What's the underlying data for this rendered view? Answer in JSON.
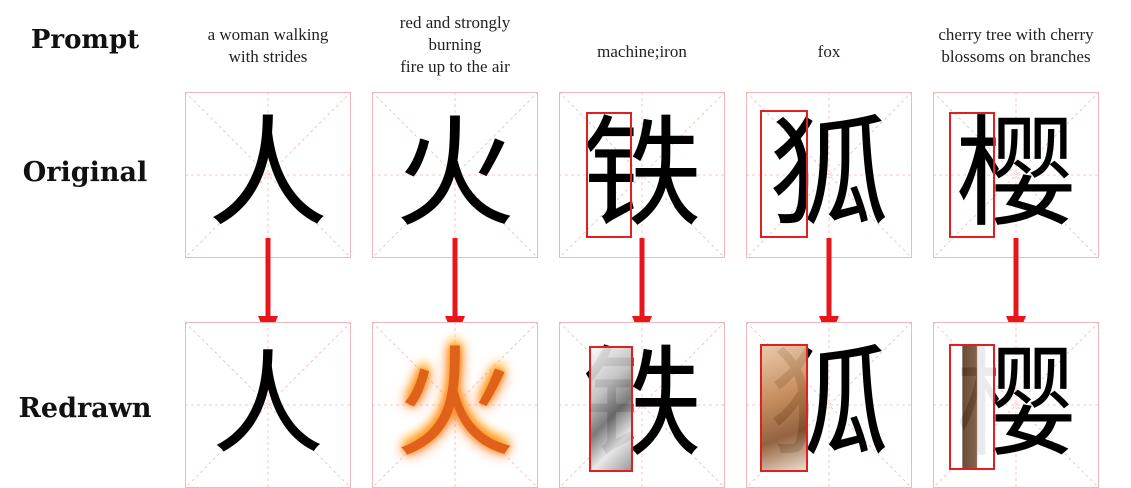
{
  "row_labels": {
    "prompt": "Prompt",
    "original": "Original",
    "redrawn": "Redrawn"
  },
  "columns": [
    {
      "prompt_lines": [
        "a woman walking",
        "with strides"
      ],
      "character": "人",
      "highlight_radical": false,
      "redrawn_style": "silhouette"
    },
    {
      "prompt_lines": [
        "red and strongly",
        "burning",
        "fire up to the air"
      ],
      "character": "火",
      "highlight_radical": false,
      "redrawn_style": "fire"
    },
    {
      "prompt_lines": [
        "machine;iron"
      ],
      "character": "铁",
      "highlight_radical": true,
      "redrawn_style": "metal"
    },
    {
      "prompt_lines": [
        "fox"
      ],
      "character": "狐",
      "highlight_radical": true,
      "redrawn_style": "fox"
    },
    {
      "prompt_lines": [
        "cherry tree with cherry",
        "blossoms on  branches"
      ],
      "character": "樱",
      "highlight_radical": true,
      "redrawn_style": "tree"
    }
  ],
  "colors": {
    "arrow": "#e8151b",
    "grid": "#f0b8b8",
    "highlight_box": "#e02020",
    "fire": "#e0621a",
    "metal": "#8a8a8a",
    "fox": "#b5764a",
    "tree": "#6b4a33"
  }
}
